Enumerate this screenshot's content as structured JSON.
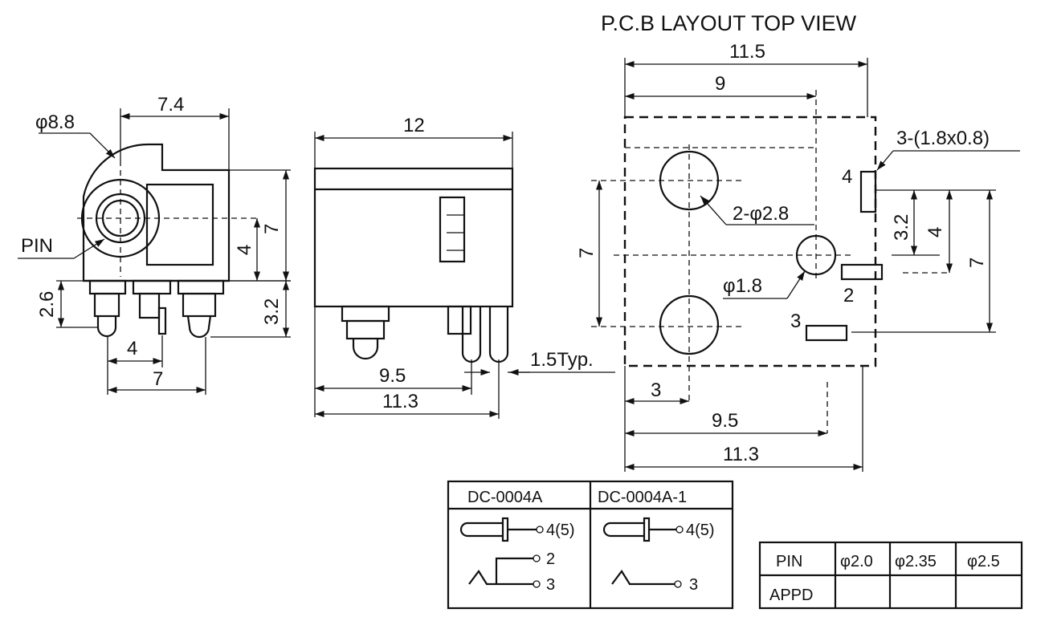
{
  "title": "P.C.B LAYOUT  TOP VIEW",
  "side_view": {
    "dia_label": "φ8.8",
    "width_label": "7.4",
    "height_label": "7",
    "center_label": "4",
    "pin_label": "PIN",
    "pin_len_label": "2.6",
    "bottom_label": "3.2",
    "pitch_small": "4",
    "pitch_large": "7"
  },
  "front_view": {
    "length_label": "12",
    "pin_a_label": "9.5",
    "pin_b_label": "11.3",
    "pin_width_label": "1.5Typ."
  },
  "pcb": {
    "width_outer": "11.5",
    "width_inner": "9",
    "holes_label": "3-(1.8x0.8)",
    "mount_holes_label": "2-φ2.8",
    "center_hole_label": "φ1.8",
    "height_label": "7",
    "right_small": "3.2",
    "right_mid": "4",
    "right_large": "7",
    "bottom_small": "3",
    "bottom_mid": "9.5",
    "bottom_large": "11.3",
    "pin_ids": [
      "4",
      "2",
      "3"
    ]
  },
  "models": {
    "a": "DC-0004A",
    "b": "DC-0004A-1",
    "a_pins": [
      "4(5)",
      "2",
      "3"
    ],
    "b_pins": [
      "4(5)",
      "3"
    ]
  },
  "pin_table": {
    "row1": [
      "PIN",
      "φ2.0",
      "φ2.35",
      "φ2.5"
    ],
    "row2": [
      "APPD",
      "",
      "",
      ""
    ]
  }
}
